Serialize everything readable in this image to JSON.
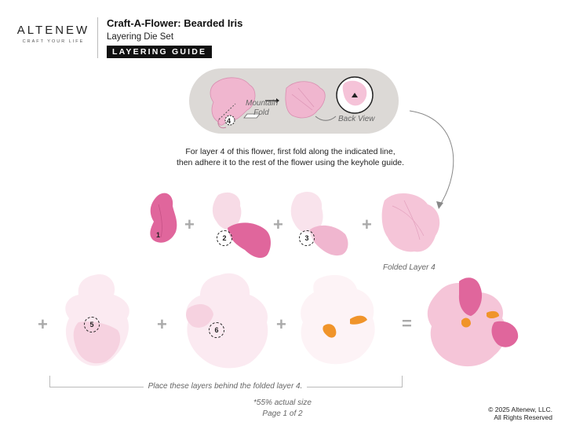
{
  "header": {
    "brand_name": "ALTENEW",
    "brand_tagline": "CRAFT YOUR LIFE",
    "title": "Craft-A-Flower: Bearded Iris",
    "subtitle": "Layering Die Set",
    "badge": "LAYERING GUIDE"
  },
  "fold_panel": {
    "layer_number": "4",
    "fold_label_1": "Mountain",
    "fold_label_2": "Fold",
    "back_view_label": "Back View"
  },
  "instruction": {
    "line1": "For layer 4 of this flower, first fold along the indicated line,",
    "line2": "then adhere it to the rest of the flower using the keyhole guide."
  },
  "row1": {
    "layers": [
      "1",
      "2",
      "3"
    ],
    "folded_label": "Folded Layer 4"
  },
  "row2": {
    "layers": [
      "5",
      "6"
    ],
    "equals": "="
  },
  "bracket_label": "Place these layers behind the folded layer 4.",
  "footer": {
    "scale_note": "*55% actual size",
    "page": "Page 1 of 2",
    "copyright": "© 2025 Altenew, LLC.",
    "rights": "All Rights Reserved"
  },
  "colors": {
    "petal_dark": "#e0669c",
    "petal_mid": "#f0b6cf",
    "petal_light": "#f7d9e5",
    "petal_pale": "#fbeaf1",
    "accent_orange": "#f0942a",
    "pill_bg": "#dcd9d6"
  },
  "icons": [
    "plus-icon",
    "arrow-right-icon",
    "curved-arrow-icon",
    "keyhole-icon",
    "fold-icon"
  ]
}
